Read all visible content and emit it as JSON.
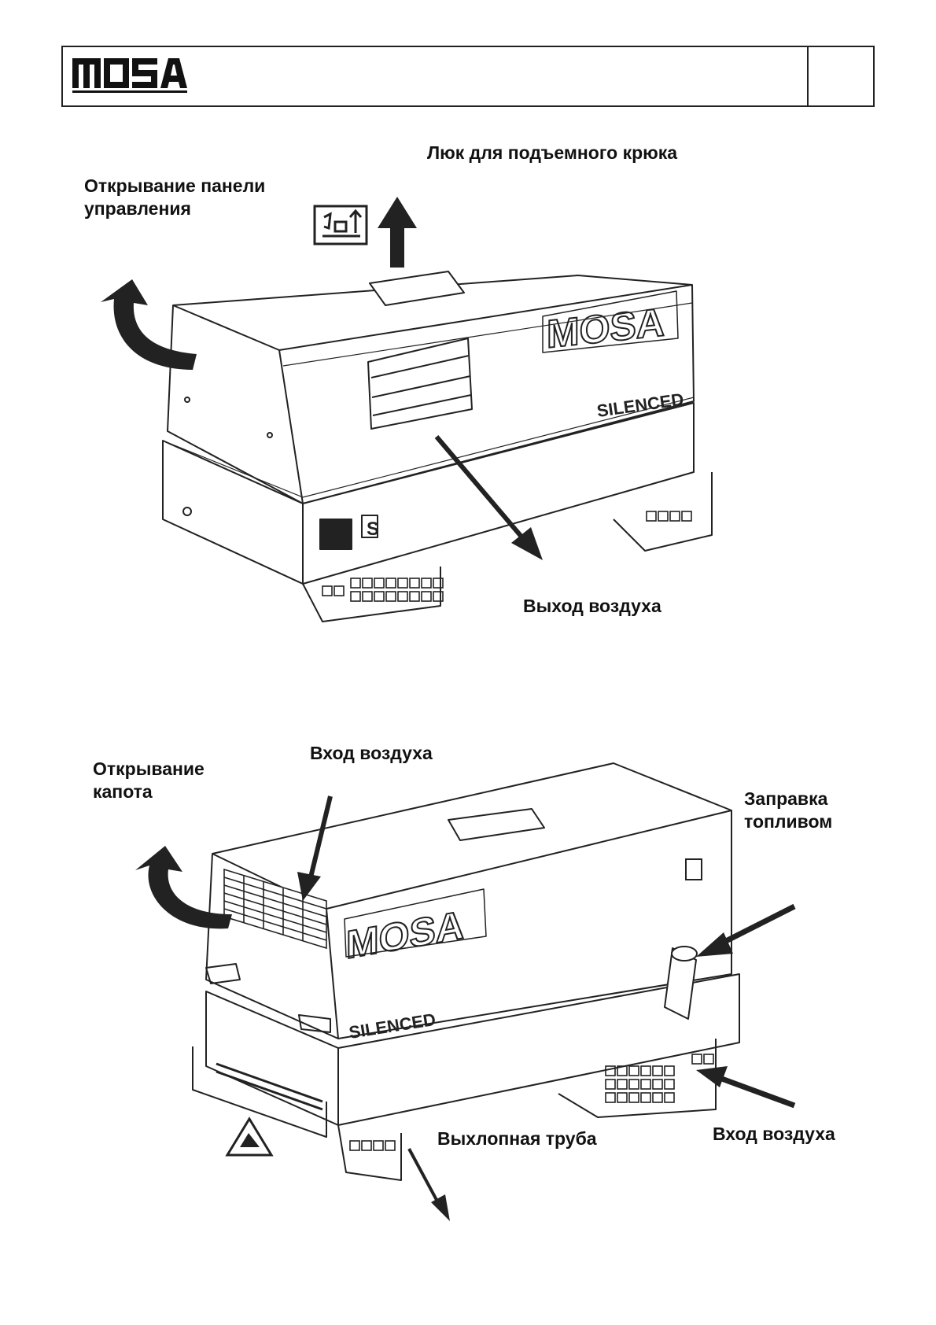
{
  "header": {
    "logo_text": "MOSA"
  },
  "figure_top": {
    "label_hook_hatch": "Люк для подъемного крюка",
    "label_panel_open": "Открывание панели\nуправления",
    "label_air_out": "Выход воздуха",
    "brand": "MOSA",
    "badge": "SILENCED",
    "side_mark": "S"
  },
  "figure_bottom": {
    "label_air_in_top": "Вход воздуха",
    "label_hood_open": "Открывание\nкапота",
    "label_refuel": "Заправка\nтопливом",
    "label_exhaust": "Выхлопная труба",
    "label_air_in_bottom": "Вход воздуха",
    "brand": "MOSA",
    "badge": "SILENCED"
  }
}
